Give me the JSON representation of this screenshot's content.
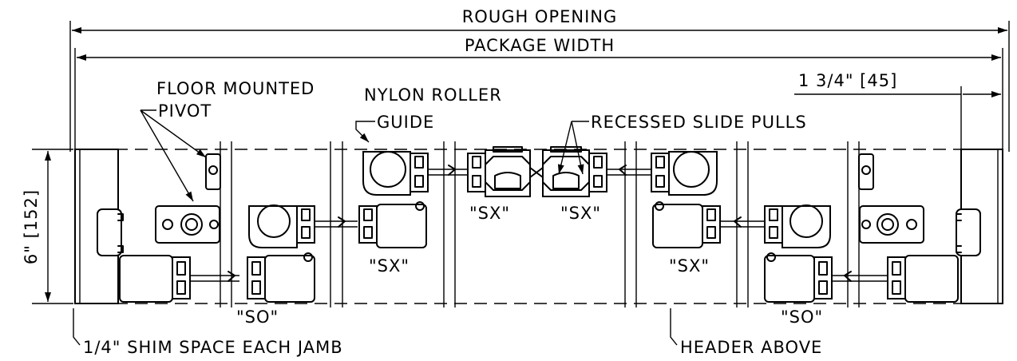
{
  "labels": {
    "rough_opening": "ROUGH OPENING",
    "package_width": "PACKAGE WIDTH",
    "offset": "1 3/4\" [45]",
    "floor_pivot_1": "FLOOR MOUNTED",
    "floor_pivot_2": "PIVOT",
    "nylon_1": "NYLON ROLLER",
    "nylon_2": "GUIDE",
    "slide_pulls": "RECESSED SLIDE PULLS",
    "height": "6\" [152]",
    "shim": "1/4\" SHIM SPACE EACH JAMB",
    "header": "HEADER ABOVE",
    "sx": "\"SX\"",
    "so": "\"SO\""
  }
}
